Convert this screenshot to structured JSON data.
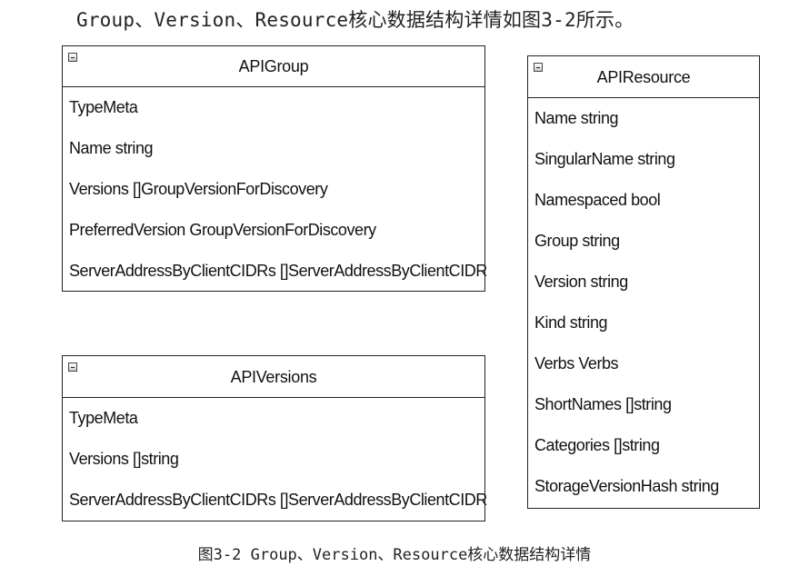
{
  "intro_text": "Group、Version、Resource核心数据结构详情如图3-2所示。",
  "caption": "图3-2 Group、Version、Resource核心数据结构详情",
  "boxes": {
    "apigroup": {
      "title": "APIGroup",
      "fields": [
        "TypeMeta",
        "Name string",
        "Versions []GroupVersionForDiscovery",
        "PreferredVersion GroupVersionForDiscovery",
        "ServerAddressByClientCIDRs []ServerAddressByClientCIDR"
      ]
    },
    "apiversions": {
      "title": "APIVersions",
      "fields": [
        "TypeMeta",
        "Versions []string",
        "ServerAddressByClientCIDRs []ServerAddressByClientCIDR"
      ]
    },
    "apiresource": {
      "title": "APIResource",
      "fields": [
        "Name string",
        "SingularName string",
        "Namespaced bool",
        "Group string",
        "Version string",
        "Kind string",
        "Verbs Verbs",
        "ShortNames []string",
        "Categories []string",
        "StorageVersionHash string"
      ]
    }
  }
}
